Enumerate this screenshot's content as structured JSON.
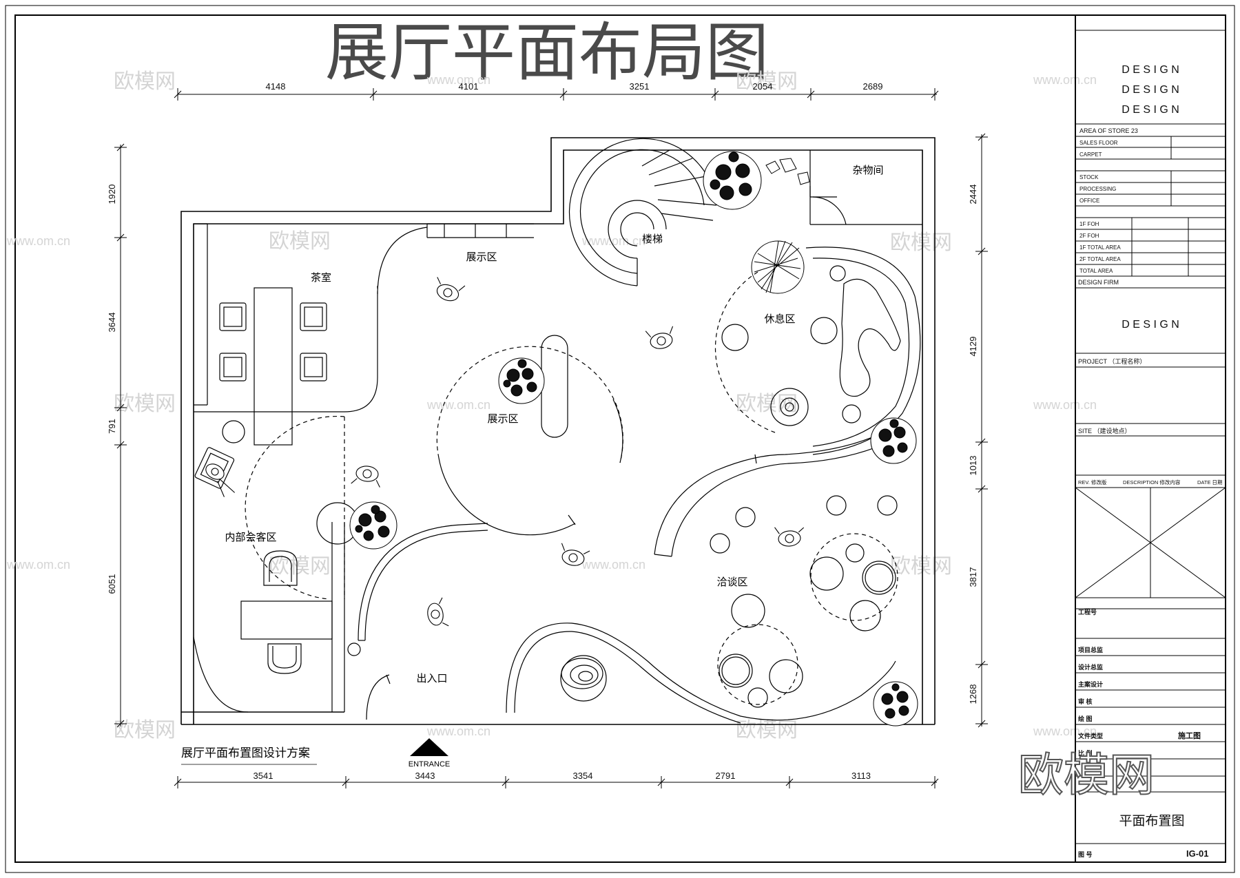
{
  "title": "展厅平面布局图",
  "subtitle": "展厅平面布置图设计方案",
  "entrance_label": "ENTRANCE",
  "watermark": "欧模网",
  "watermark_small": "www.om.cn",
  "dimensions": {
    "top": [
      "4148",
      "4101",
      "3251",
      "2054",
      "2689"
    ],
    "bottom": [
      "3541",
      "3443",
      "3354",
      "2791",
      "3113"
    ],
    "left": [
      "1920",
      "3644",
      "791",
      "6051"
    ],
    "right": [
      "2444",
      "4129",
      "1013",
      "3817",
      "1268"
    ]
  },
  "rooms": {
    "tea_room": "茶室",
    "display_top": "展示区",
    "display_center": "展示区",
    "stairs": "楼梯",
    "storage": "杂物间",
    "rest_area": "休息区",
    "meeting": "内部会客区",
    "negotiation": "洽谈区",
    "entry": "出入口"
  },
  "title_block": {
    "design_lines": [
      "D E S I G N",
      "D E S I G N",
      "D E S I G N"
    ],
    "area_of_store": "AREA OF STORE 23",
    "sales_floor": "SALES FLOOR",
    "carpet": "CARPET",
    "stock": "STOCK",
    "processing": "PROCESSING",
    "office": "OFFICE",
    "f1_foh": "1F FOH",
    "f2_foh": "2F FOH",
    "f1_total": "1F TOTAL AREA",
    "f2_total": "2F TOTAL AREA",
    "total_area": "TOTAL AREA",
    "design_firm": "DESIGN FIRM",
    "design_firm_logo": "D E S I G N",
    "project": "PROJECT （工程名称）",
    "site": "SITE  （建设地点）",
    "rev": "REV. 修改版",
    "description": "DESCRIPTION  修改内容",
    "date": "DATE 日期",
    "project_no": "工程号",
    "project_director": "项目总监",
    "design_director": "设计总监",
    "chief_designer": "主案设计",
    "reviewer": "审  核",
    "drafter": "绘  图",
    "file_type": "文件类型",
    "file_type_value": "施工图",
    "scale": "比  例",
    "sheet_name": "平面布置图",
    "drawing_no": "图  号",
    "drawing_no_value": "IG-01"
  }
}
